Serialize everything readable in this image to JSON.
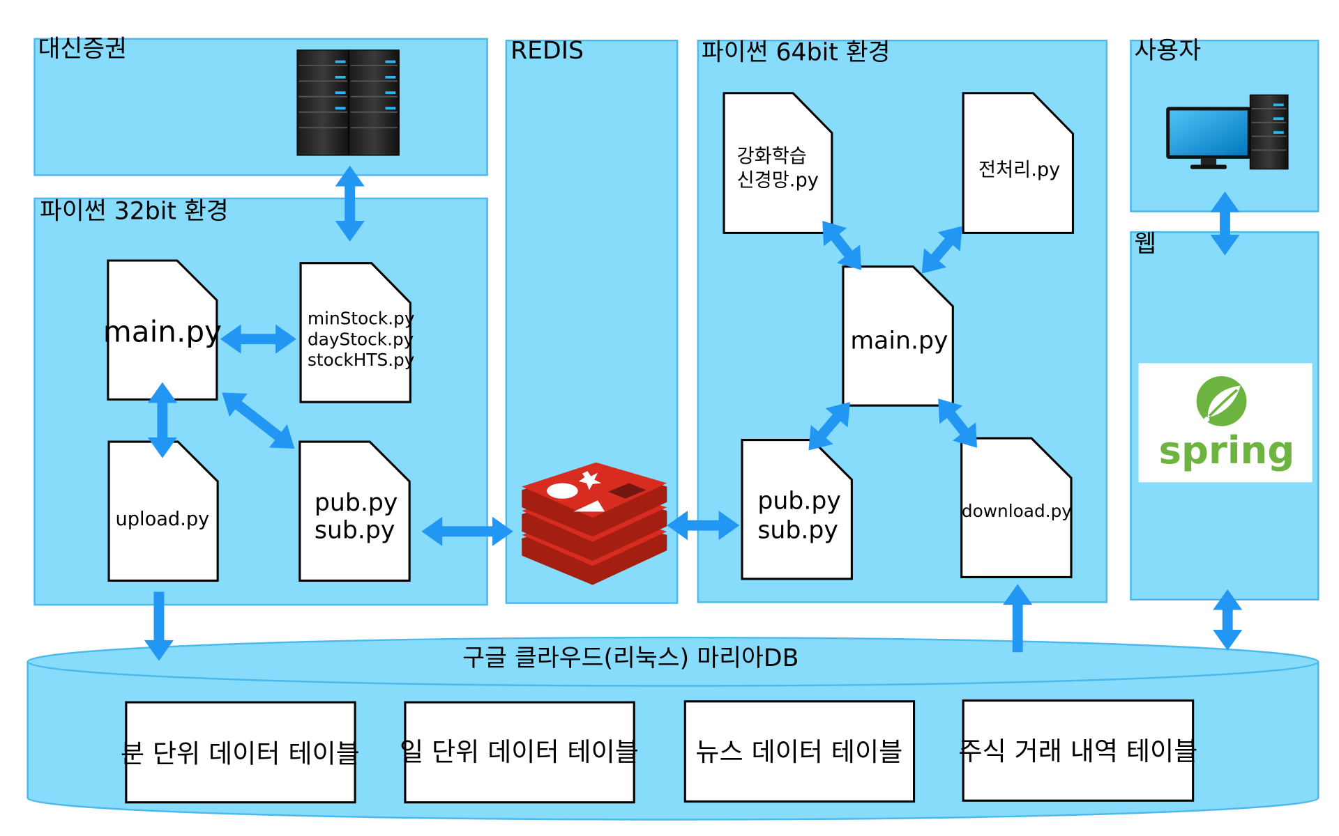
{
  "panels": {
    "daishin": "대신증권",
    "py32": "파이썬 32bit 환경",
    "redis": "REDIS",
    "py64": "파이썬 64bit 환경",
    "user": "사용자",
    "web": "웹"
  },
  "py32_files": {
    "main": "main.py",
    "stock_1": "minStock.py",
    "stock_2": "dayStock.py",
    "stock_3": "stockHTS.py",
    "upload": "upload.py",
    "pubsub_1": "pub.py",
    "pubsub_2": "sub.py"
  },
  "py64_files": {
    "rl_1": "강화학습",
    "rl_2": "신경망.py",
    "preprocess": "전처리.py",
    "main": "main.py",
    "pubsub_1": "pub.py",
    "pubsub_2": "sub.py",
    "download": "download.py"
  },
  "web": {
    "logo_text": "spring"
  },
  "database": {
    "title": "구글 클라우드(리눅스) 마리아DB",
    "tables": [
      "분 단위 데이터 테이블",
      "일 단위 데이터 테이블",
      "뉴스 데이터 테이블",
      "주식 거래 내역 테이블"
    ]
  },
  "colors": {
    "panel": "#87dcfb",
    "arrow": "#2196f3",
    "redis_red": "#d82c20",
    "spring_green": "#6db33f"
  },
  "icons": [
    "server-rack-icon",
    "redis-logo-icon",
    "desktop-computer-icon",
    "spring-logo-icon"
  ]
}
